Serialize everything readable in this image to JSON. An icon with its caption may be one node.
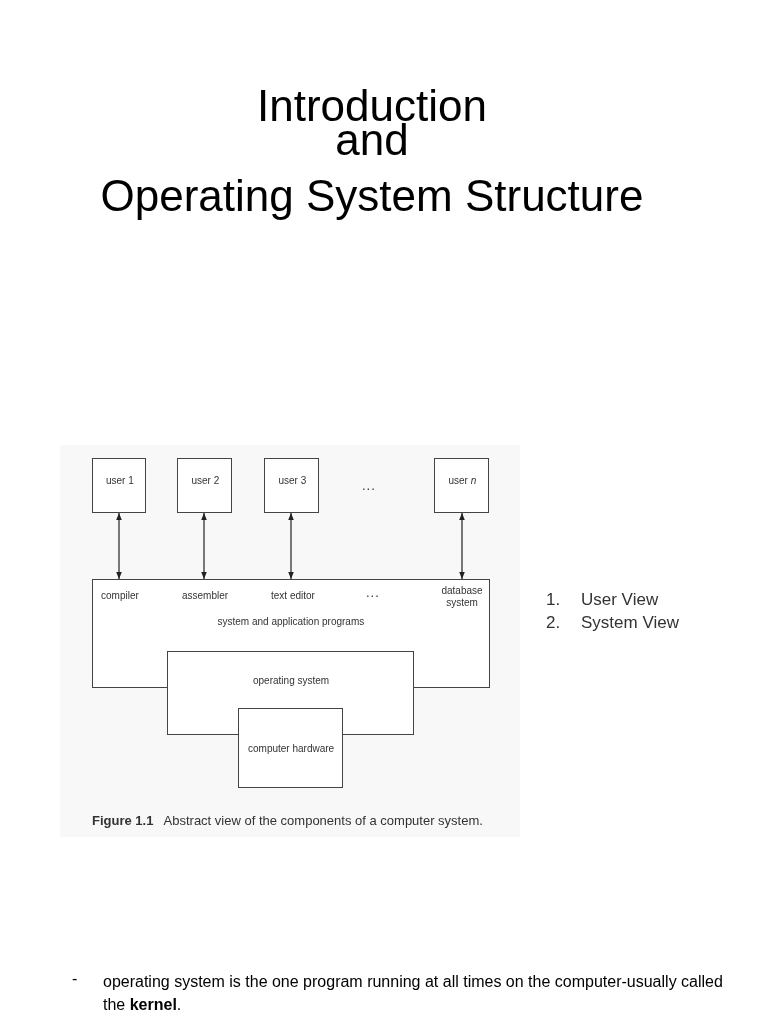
{
  "diagram": {
    "title": "Introduction and Operating System Structure",
    "caption": "**Figure 1.1**   Abstract view of the components of a computer system.",
    "nodes": [
      {
        "text": [
          "user 1"
        ]
      },
      {
        "text": [
          "user 2"
        ]
      },
      {
        "text": [
          "user 3"
        ]
      },
      {
        "text": [
          "user *n*"
        ]
      },
      {
        "text": [
          "compiler",
          "assembler",
          "text editor",
          "...",
          "database system",
          "system and application programs"
        ]
      },
      {
        "text": [
          "operating system"
        ]
      },
      {
        "text": [
          "computer hardware"
        ]
      }
    ],
    "edges": [
      {
        "from": 0,
        "to": 4,
        "arrow": "both"
      },
      {
        "from": 1,
        "to": 4,
        "arrow": "both"
      },
      {
        "from": 2,
        "to": 4,
        "arrow": "both"
      },
      {
        "from": 3,
        "to": 4,
        "arrow": "both"
      }
    ],
    "labels": [
      "...",
      "1.",
      "User View",
      "2.",
      "System View",
      "-",
      "operating system is the one program running at all times on the computer-usually called the **kernel**."
    ]
  }
}
